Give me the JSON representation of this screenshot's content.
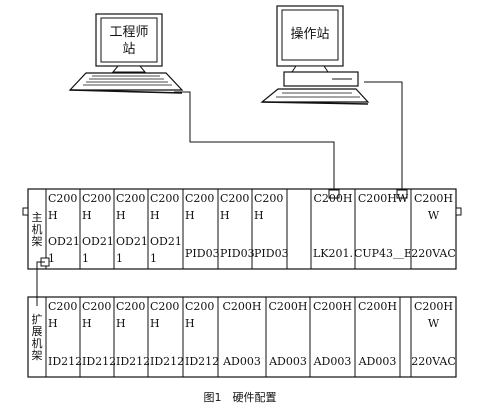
{
  "stations": {
    "engineer": {
      "label_line1": "工程师",
      "label_line2": "站"
    },
    "operator": {
      "label": "操作站"
    }
  },
  "main_rack": {
    "side_label": [
      "主",
      "机",
      "架"
    ],
    "modules": [
      {
        "top": [
          "C200",
          "H"
        ],
        "bottom": [
          "OD21",
          "1"
        ]
      },
      {
        "top": [
          "C200",
          "H"
        ],
        "bottom": [
          "OD21",
          "1"
        ]
      },
      {
        "top": [
          "C200",
          "H"
        ],
        "bottom": [
          "OD21",
          "1"
        ]
      },
      {
        "top": [
          "C200",
          "H"
        ],
        "bottom": [
          "OD21",
          "1"
        ]
      },
      {
        "top": [
          "C200",
          "H"
        ],
        "bottom": [
          "PID03"
        ]
      },
      {
        "top": [
          "C200",
          "H"
        ],
        "bottom": [
          "PID03"
        ]
      },
      {
        "top": [
          "C200",
          "H"
        ],
        "bottom": [
          "PID03"
        ]
      },
      {
        "top": [],
        "bottom": []
      },
      {
        "top": [
          "C200H"
        ],
        "bottom": [
          "LK201."
        ]
      },
      {
        "top": [
          "C200HW"
        ],
        "bottom": [
          "CUP43＿E"
        ]
      },
      {
        "top": [
          "C200H",
          "W"
        ],
        "bottom": [
          "220VAC"
        ]
      }
    ]
  },
  "expansion_rack": {
    "side_label": [
      "扩",
      "展",
      "机",
      "架"
    ],
    "modules": [
      {
        "top": [
          "C200",
          "H"
        ],
        "bottom": [
          "ID212"
        ]
      },
      {
        "top": [
          "C200",
          "H"
        ],
        "bottom": [
          "ID212"
        ]
      },
      {
        "top": [
          "C200",
          "H"
        ],
        "bottom": [
          "ID212"
        ]
      },
      {
        "top": [
          "C200",
          "H"
        ],
        "bottom": [
          "ID212"
        ]
      },
      {
        "top": [
          "C200",
          "H"
        ],
        "bottom": [
          "ID212"
        ]
      },
      {
        "top": [
          "C200H"
        ],
        "bottom": [
          "AD003"
        ]
      },
      {
        "top": [
          "C200H"
        ],
        "bottom": [
          "AD003"
        ]
      },
      {
        "top": [
          "C200H"
        ],
        "bottom": [
          "AD003"
        ]
      },
      {
        "top": [
          "C200H"
        ],
        "bottom": [
          "AD003"
        ]
      },
      {
        "top": [],
        "bottom": []
      },
      {
        "top": [
          "C200H",
          "W"
        ],
        "bottom": [
          "220VAC"
        ]
      }
    ]
  },
  "caption": "图1　硬件配置"
}
